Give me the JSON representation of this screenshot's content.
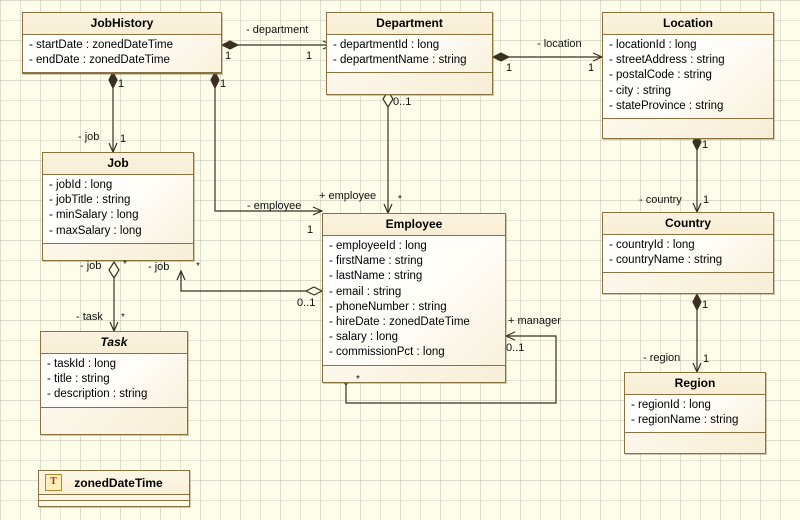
{
  "diagram": {
    "type": "uml-class-diagram",
    "background": "#fdfde9",
    "border_color": "#8a7340",
    "header_color": "#f8eed4",
    "classes": [
      {
        "id": "jobhistory",
        "name": "JobHistory",
        "abstract": false,
        "attributes": [
          "- startDate : zonedDateTime",
          "- endDate : zonedDateTime"
        ]
      },
      {
        "id": "department",
        "name": "Department",
        "abstract": false,
        "attributes": [
          "- departmentId : long",
          "- departmentName : string"
        ]
      },
      {
        "id": "location",
        "name": "Location",
        "abstract": false,
        "attributes": [
          "- locationId : long",
          "- streetAddress : string",
          "- postalCode : string",
          "- city : string",
          "- stateProvince : string"
        ]
      },
      {
        "id": "job",
        "name": "Job",
        "abstract": false,
        "attributes": [
          "- jobId : long",
          "- jobTitle : string",
          "- minSalary : long",
          "- maxSalary : long"
        ]
      },
      {
        "id": "employee",
        "name": "Employee",
        "abstract": false,
        "attributes": [
          "- employeeId : long",
          "- firstName : string",
          "- lastName : string",
          "- email : string",
          "- phoneNumber : string",
          "- hireDate : zonedDateTime",
          "- salary : long",
          "- commissionPct : long"
        ]
      },
      {
        "id": "country",
        "name": "Country",
        "abstract": false,
        "attributes": [
          "- countryId : long",
          "- countryName : string"
        ]
      },
      {
        "id": "task",
        "name": "Task",
        "abstract": true,
        "attributes": [
          "- taskId : long",
          "- title : string",
          "- description : string"
        ]
      },
      {
        "id": "region",
        "name": "Region",
        "abstract": false,
        "attributes": [
          "- regionId : long",
          "- regionName : string"
        ]
      }
    ],
    "datatypes": [
      {
        "id": "zoneddatetime",
        "name": "zonedDateTime",
        "icon": "T",
        "icon_letter": "T"
      }
    ],
    "associations": [
      {
        "id": "jobhistory-department",
        "label": "- department",
        "source_mult": "1",
        "target_mult": "1"
      },
      {
        "id": "department-location",
        "label": "- location",
        "source_mult": "1",
        "target_mult": "1"
      },
      {
        "id": "jobhistory-job",
        "label": "- job",
        "source_mult": "1",
        "target_mult": "1"
      },
      {
        "id": "jobhistory-employee",
        "label": "- employee",
        "source_mult": "1",
        "target_mult": "1"
      },
      {
        "id": "department-employee",
        "label": "+ employee",
        "source_mult": "0..1",
        "target_mult": "*"
      },
      {
        "id": "location-country",
        "label": "- country",
        "source_mult": "1",
        "target_mult": "1"
      },
      {
        "id": "country-region",
        "label": "- region",
        "source_mult": "1",
        "target_mult": "1"
      },
      {
        "id": "job-task",
        "label": "- task",
        "source_mult": "*",
        "target_mult": "*"
      },
      {
        "id": "job-employee",
        "label": "- job",
        "source_mult": "0..1",
        "target_mult": "*"
      },
      {
        "id": "employee-manager",
        "label": "+ manager",
        "source_mult": "*",
        "target_mult": "0..1"
      }
    ],
    "labels": {
      "department": "- department",
      "location": "- location",
      "job_from_history": "- job",
      "employee_from_history": "- employee",
      "employee_from_department": "+ employee",
      "country": "- country",
      "region": "- region",
      "task": "- task",
      "job_from_employee": "- job",
      "manager": "+ manager"
    },
    "multiplicities": {
      "jh_dept_src": "1",
      "jh_dept_tgt": "1",
      "dept_loc_src": "1",
      "dept_loc_tgt": "1",
      "jh_job_src": "1",
      "jh_job_tgt": "1",
      "jh_emp_src": "1",
      "jh_emp_tgt": "1",
      "dept_emp_src": "0..1",
      "dept_emp_tgt": "*",
      "loc_country_src": "1",
      "loc_country_tgt": "1",
      "country_region_src": "1",
      "country_region_tgt": "1",
      "job_task_src": "*",
      "job_task_tgt": "*",
      "job_emp_src": "*",
      "job_emp_tgt": "0..1",
      "emp_mgr_src": "*",
      "emp_mgr_tgt": "0..1"
    }
  }
}
